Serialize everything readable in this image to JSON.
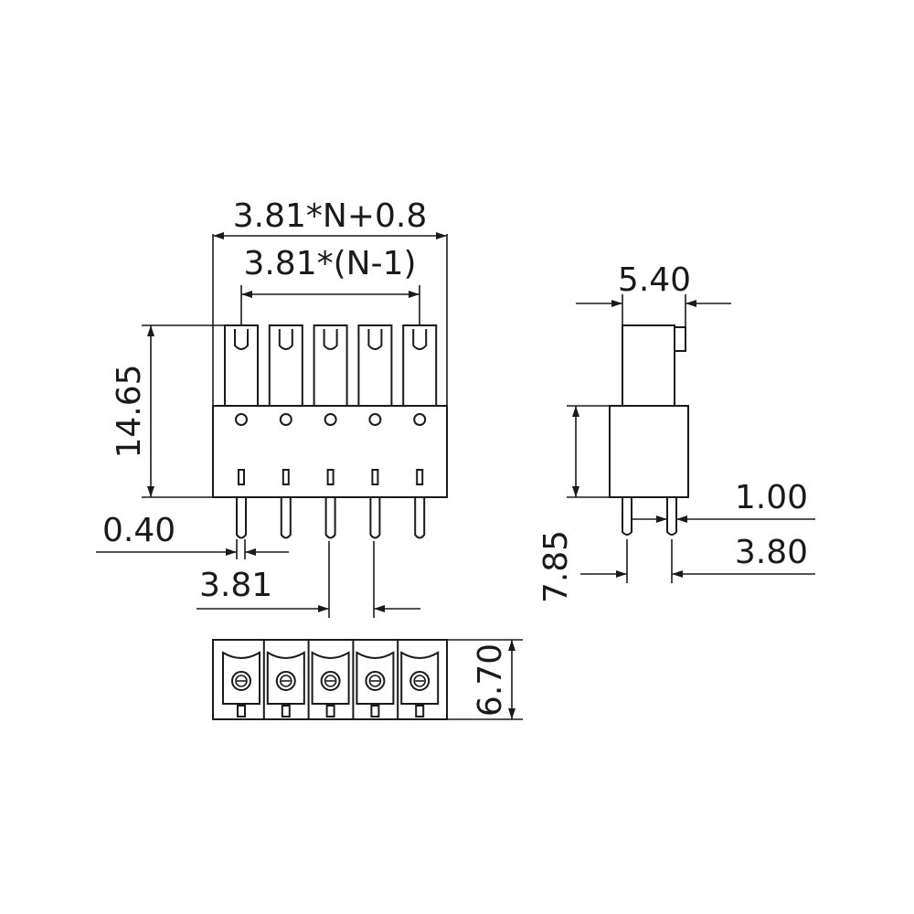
{
  "dimensions": {
    "overall_width": "3.81*N+0.8",
    "pitch_span": "3.81*(N-1)",
    "height": "14.65",
    "pin_width": "0.40",
    "pitch": "3.81",
    "side_width": "5.40",
    "side_height": "7.85",
    "pin_thickness": "1.00",
    "row_spacing": "3.80",
    "depth": "6.70"
  },
  "pin_count": 5
}
